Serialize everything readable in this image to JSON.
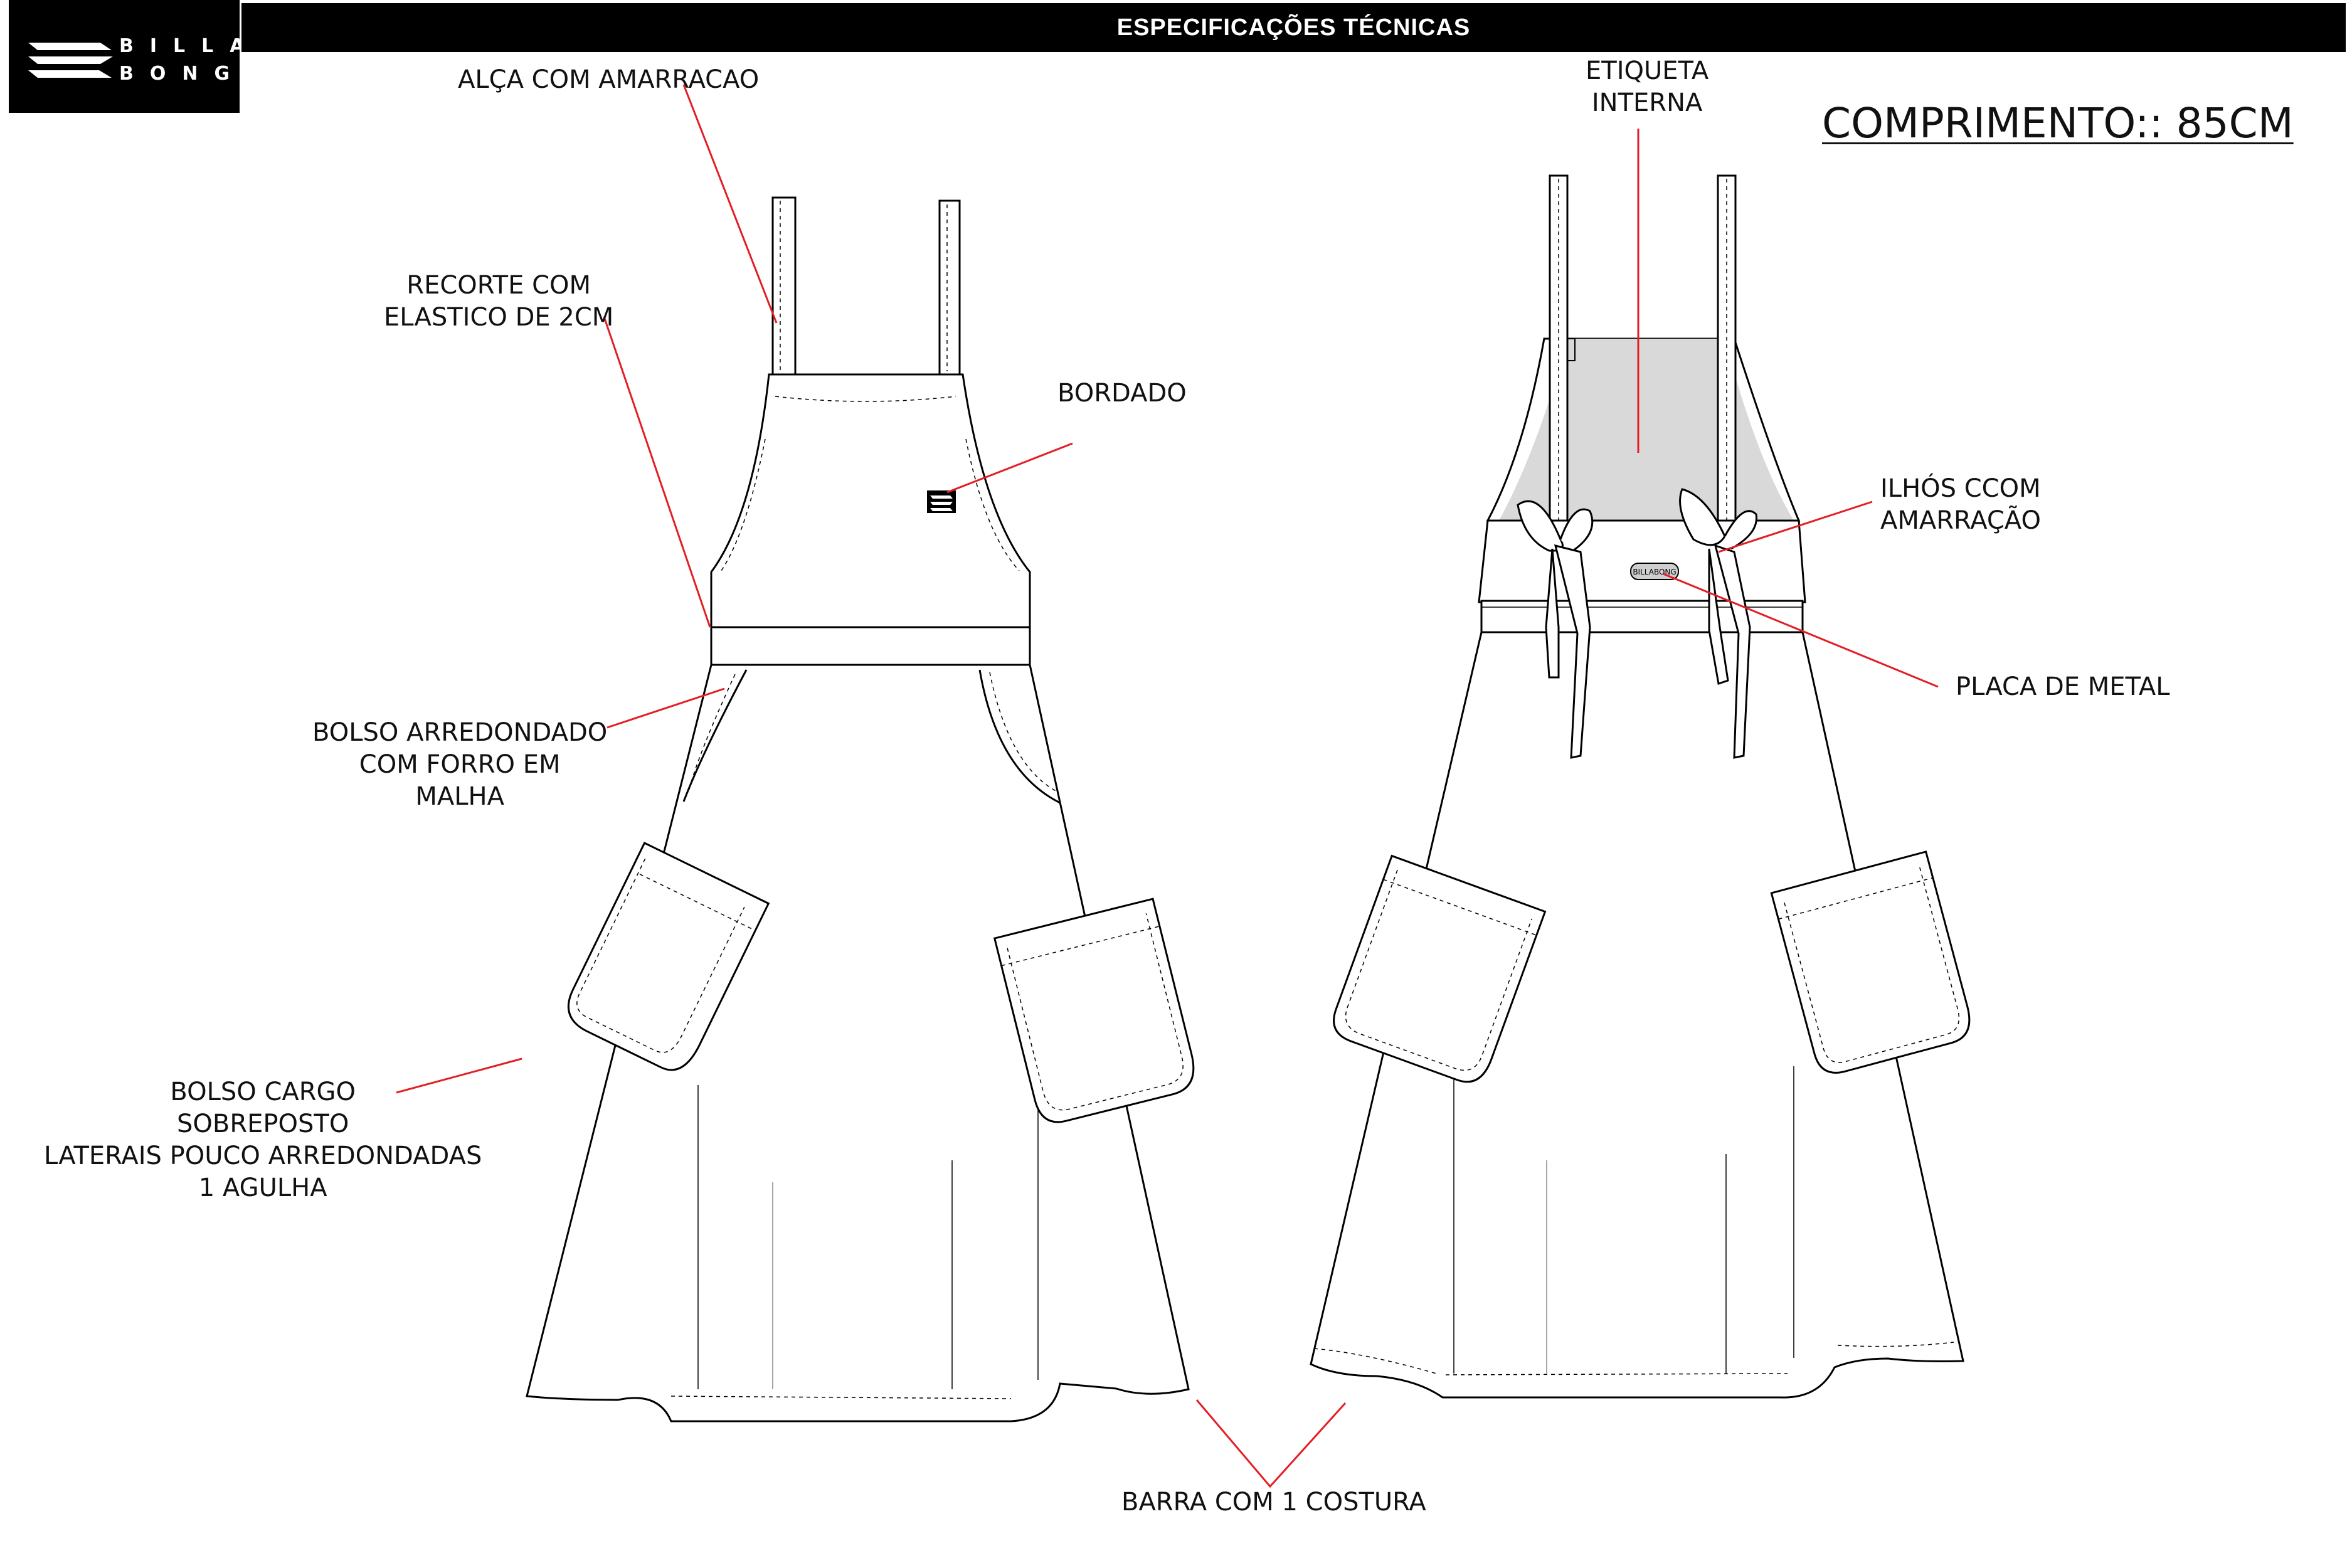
{
  "brand": {
    "logo_line1": "BILLA",
    "logo_line2": "BONG",
    "tag_text": "BILLABONG"
  },
  "header": {
    "title": "ESPECIFICAÇÕES TÉCNICAS"
  },
  "length_label": "COMPRIMENTO:: 85CM",
  "colors": {
    "callout_line": "#e31e24",
    "header": "#000000",
    "lining_fill": "#d9d9d9",
    "outline": "#000000"
  },
  "callouts": {
    "alca": [
      "ALÇA COM AMARRACAO"
    ],
    "recorte": [
      "RECORTE COM",
      "ELASTICO DE 2CM"
    ],
    "bordado": [
      "BORDADO"
    ],
    "bolso_arredondado": [
      "BOLSO ARREDONDADO",
      "COM FORRO EM",
      "MALHA"
    ],
    "bolso_cargo": [
      "BOLSO CARGO",
      "SOBREPOSTO",
      "LATERAIS POUCO ARREDONDADAS",
      "1 AGULHA"
    ],
    "barra": [
      "BARRA COM 1 COSTURA"
    ],
    "etiqueta": [
      "ETIQUETA",
      "INTERNA"
    ],
    "ilhos": [
      "ILHÓS  CCOM",
      "AMARRAÇÃO"
    ],
    "placa": [
      "PLACA DE METAL"
    ]
  }
}
